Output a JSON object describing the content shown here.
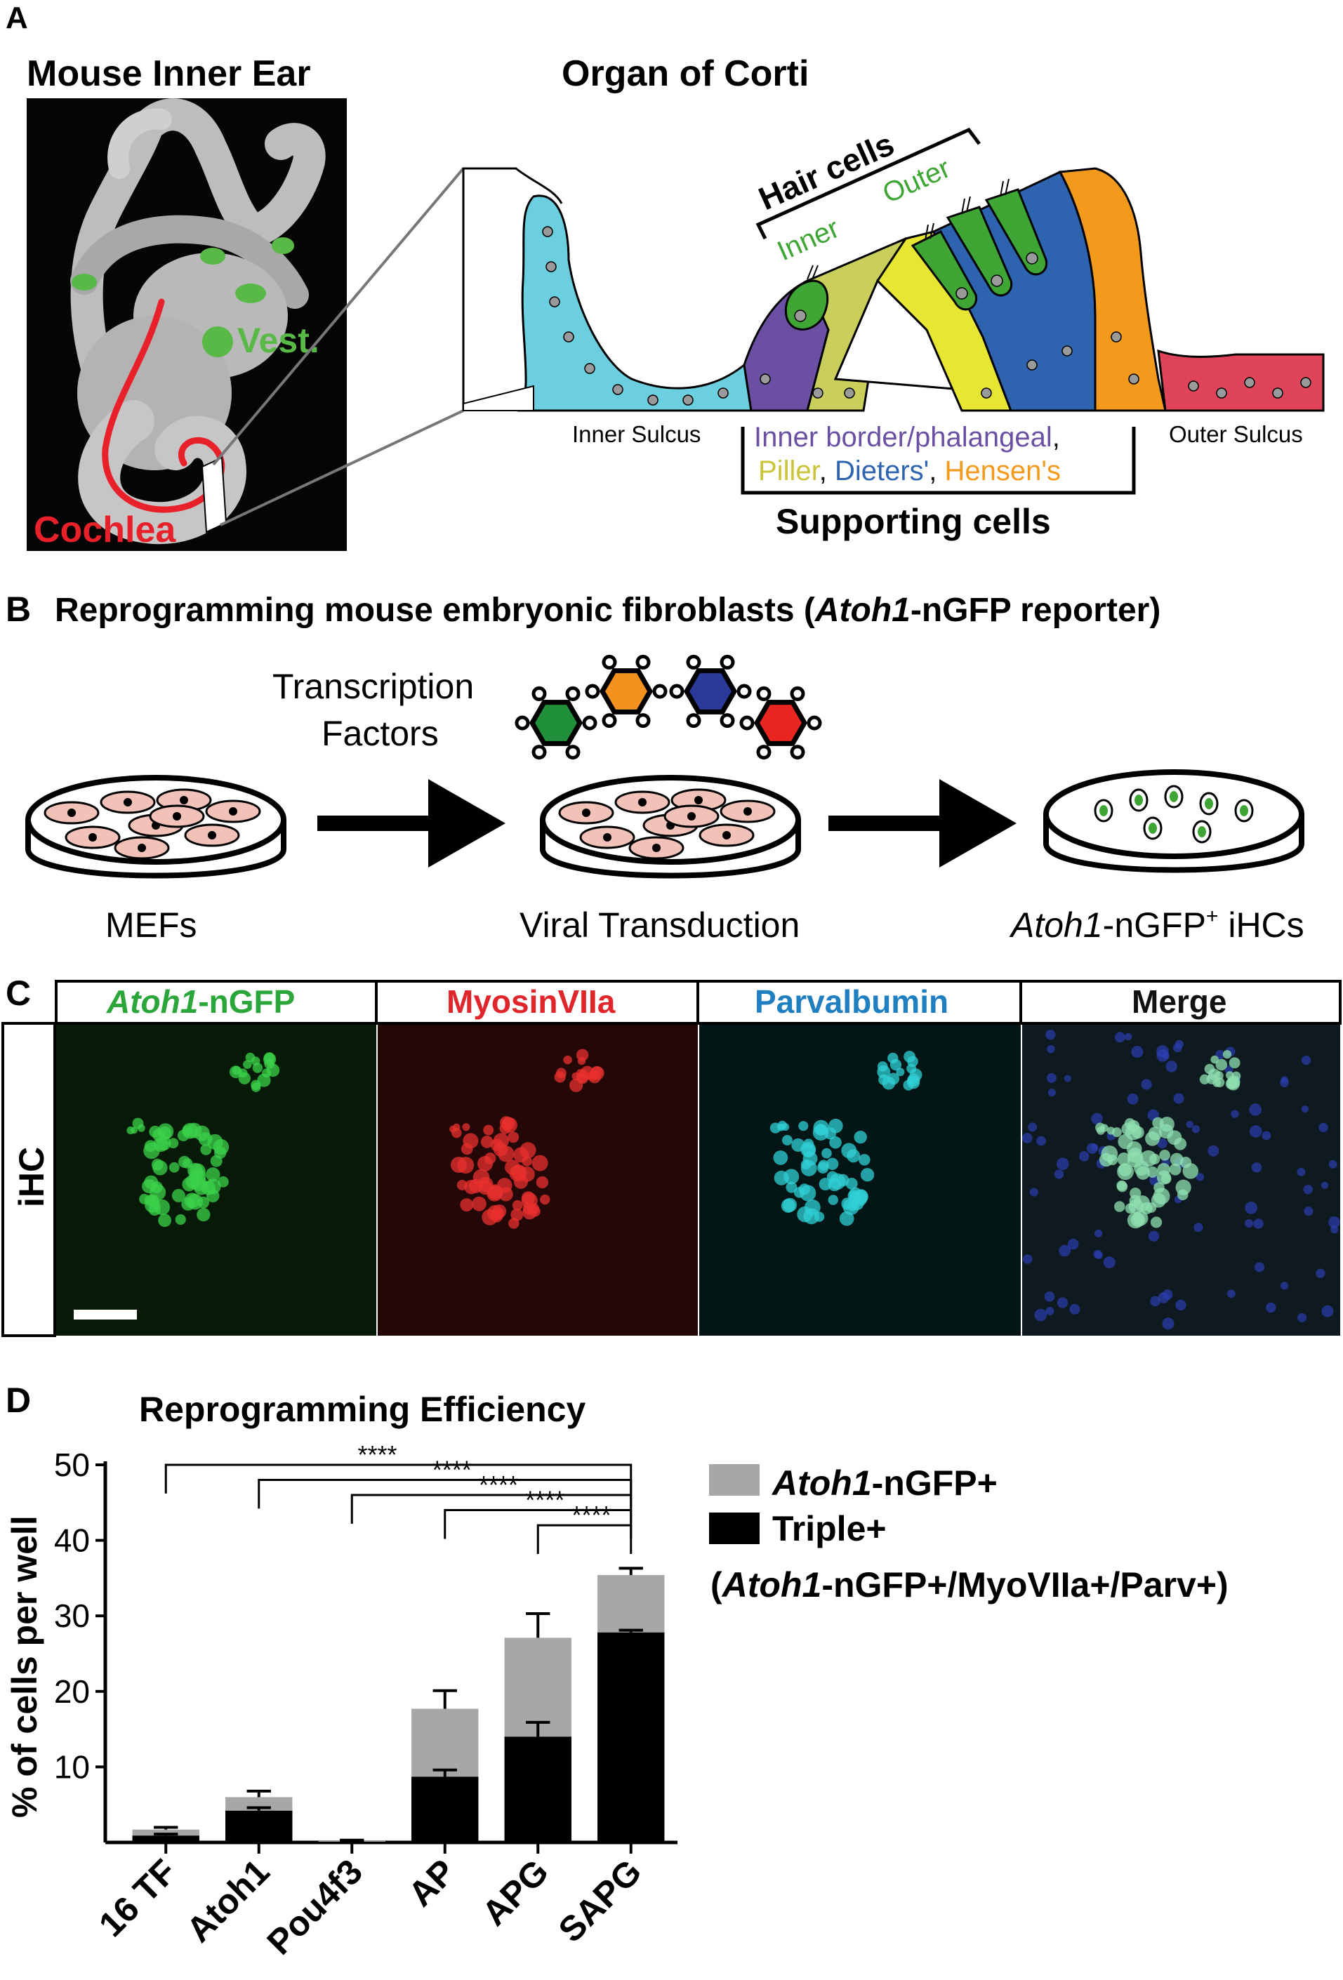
{
  "panel_a": {
    "letter": "A",
    "inner_ear_title": "Mouse Inner Ear",
    "vest_label": "Vest.",
    "cochlea_label": "Cochlea",
    "corti_title": "Organ of Corti",
    "hair_cells": "Hair cells",
    "inner": "Inner",
    "outer": "Outer",
    "inner_sulcus": "Inner Sulcus",
    "outer_sulcus": "Outer Sulcus",
    "sc_line1": {
      "part1": "Inner border/phalangeal",
      "sep": ","
    },
    "sc_line2": {
      "piller": "Piller",
      "sep1": ", ",
      "dieters": "Dieters'",
      "sep2": ", ",
      "hensens": "Hensen's"
    },
    "supporting_cells": "Supporting cells",
    "colors": {
      "cochlea_red": "#e8202a",
      "vest_green": "#58b947",
      "inner_sulcus": "#6ccfe0",
      "inner_border": "#6a4fa3",
      "piller": "#e6e633",
      "dieters": "#2e63b0",
      "hensens": "#f39a1d",
      "outer_sulcus": "#e0445a",
      "hair": "#3fa535"
    }
  },
  "panel_b": {
    "letter": "B",
    "title_pre": "Reprogramming mouse embryonic fibroblasts (",
    "title_italic": "Atoh1",
    "title_post": "-nGFP reporter)",
    "tf_line1": "Transcription",
    "tf_line2": "Factors",
    "mefs": "MEFs",
    "viral": "Viral Transduction",
    "ihc_italic": "Atoh1",
    "ihc_rest": "-nGFP",
    "ihc_sup": "+",
    "ihc_end": " iHCs",
    "tf_colors": [
      "#1f8f3a",
      "#f3921e",
      "#2a3a9a",
      "#e8251f"
    ]
  },
  "panel_c": {
    "letter": "C",
    "row_label": "iHC",
    "col1_italic": "Atoh1",
    "col1_rest": "-nGFP",
    "col2": "MyosinVIIa",
    "col3": "Parvalbumin",
    "col4": "Merge",
    "col_colors": [
      "#2aa63a",
      "#e0262b",
      "#1f7fc0",
      "#111111"
    ]
  },
  "panel_d": {
    "letter": "D",
    "legend": {
      "item1_italic": "Atoh1",
      "item1_rest": "-nGFP+",
      "item2": "Triple+",
      "item3_pre": "(",
      "item3_italic": "Atoh1",
      "item3_rest": "-nGFP+/MyoVIIa+/Parv+)"
    },
    "significance": [
      "****",
      "****",
      "****",
      "****",
      "****"
    ]
  },
  "chart_data": {
    "type": "bar",
    "title": "Reprogramming Efficiency",
    "ylabel": "% of cells per well",
    "xlabel": "",
    "categories": [
      "16 TF",
      "Atoh1",
      "Pou4f3",
      "AP",
      "APG",
      "SAPG"
    ],
    "ylim": [
      0,
      50
    ],
    "yticks": [
      10,
      20,
      30,
      40,
      50
    ],
    "stacked": false,
    "overlay": true,
    "series": [
      {
        "name": "Atoh1-nGFP+",
        "color": "#a7a7a7",
        "values": [
          1.7,
          6.0,
          0.2,
          17.7,
          27.1,
          35.4
        ],
        "err": [
          0.3,
          0.8,
          0.1,
          2.4,
          3.2,
          0.9
        ]
      },
      {
        "name": "Triple+",
        "color": "#000000",
        "values": [
          0.9,
          4.2,
          0.1,
          8.7,
          14.0,
          27.8
        ],
        "err": [
          0.2,
          0.4,
          0.05,
          0.9,
          1.9,
          0.3
        ]
      }
    ],
    "comparisons": [
      {
        "from": "16 TF",
        "to": "SAPG",
        "label": "****"
      },
      {
        "from": "Atoh1",
        "to": "SAPG",
        "label": "****"
      },
      {
        "from": "Pou4f3",
        "to": "SAPG",
        "label": "****"
      },
      {
        "from": "AP",
        "to": "SAPG",
        "label": "****"
      },
      {
        "from": "APG",
        "to": "SAPG",
        "label": "****"
      }
    ]
  }
}
